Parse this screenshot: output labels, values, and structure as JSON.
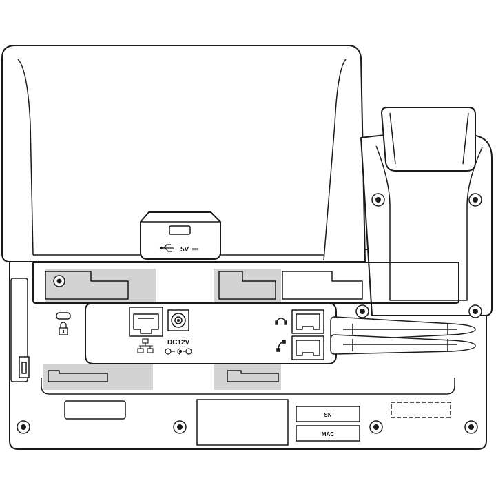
{
  "labels": {
    "usb_voltage": "5V",
    "usb_current": "===",
    "power_input": "DC12V",
    "serial_number": "SN",
    "mac_address": "MAC"
  },
  "colors": {
    "outline": "#1a1a1a",
    "highlight": "#d3d3d3",
    "background": "#ffffff"
  },
  "icons": [
    "usb-icon",
    "ethernet-icon",
    "headset-icon",
    "handset-icon",
    "lock-icon",
    "screw-icon",
    "dc-polarity-icon"
  ]
}
